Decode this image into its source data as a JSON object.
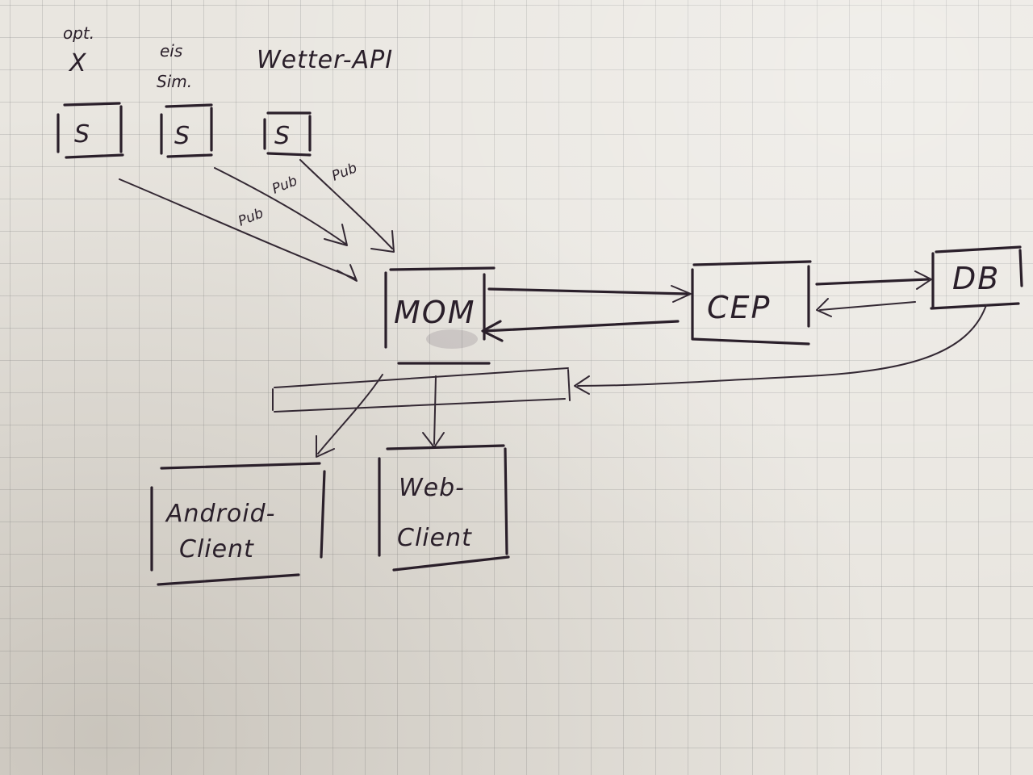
{
  "source_labels": {
    "opt": "opt.",
    "x": "X",
    "eis": "eis",
    "sim": "Sim.",
    "wetter_api": "Wetter-API"
  },
  "sensor_label": "S",
  "pub_label": "Pub",
  "nodes": {
    "mom": "MOM",
    "cep": "CEP",
    "db": "DB",
    "android_line1": "Android-",
    "android_line2": "Client",
    "web_line1": "Web-",
    "web_line2": "Client"
  },
  "colors": {
    "ink": "#2a1f2a",
    "paper": "#e9e6e0",
    "grid": "#8a8a8a"
  }
}
